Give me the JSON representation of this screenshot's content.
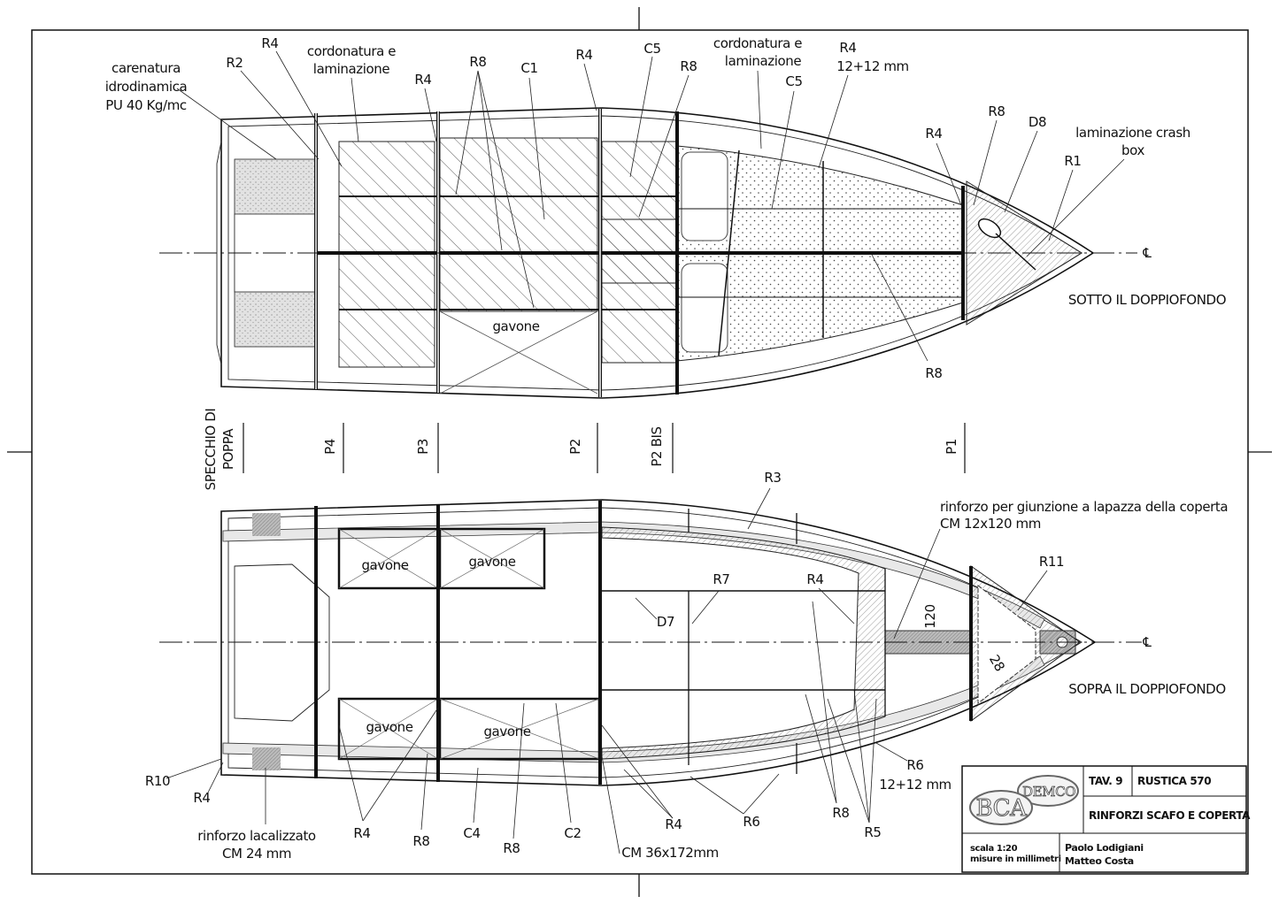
{
  "top_view": {
    "caption": "SOTTO IL DOPPIOFONDO",
    "centerline_symbol": "℄",
    "labels": {
      "carenatura_1": "carenatura",
      "carenatura_2": "idrodinamica",
      "carenatura_3": "PU 40 Kg/mc",
      "r2": "R2",
      "r4_a": "R4",
      "cord1_1": "cordonatura e",
      "cord1_2": "laminazione",
      "r4_b": "R4",
      "r8_a": "R8",
      "c1": "C1",
      "r4_c": "R4",
      "c5_a": "C5",
      "r8_b": "R8",
      "cord2_1": "cordonatura e",
      "cord2_2": "laminazione",
      "c5_b": "C5",
      "r4_d": "R4",
      "r4_d_size": "12+12 mm",
      "r4_e": "R4",
      "r8_c": "R8",
      "d8": "D8",
      "crash_1": "laminazione crash",
      "crash_2": "box",
      "r1": "R1",
      "r8_d": "R8",
      "gavone": "gavone"
    }
  },
  "sections": [
    "SPECCHIO DI",
    "POPPA",
    "P4",
    "P3",
    "P2",
    "P2 BIS",
    "P1"
  ],
  "bottom_view": {
    "caption": "SOPRA IL DOPPIOFONDO",
    "centerline_symbol": "℄",
    "labels": {
      "r3": "R3",
      "rinforzo_1": "rinforzo per giunzione a lapazza della coperta",
      "rinforzo_2": "CM 12x120 mm",
      "r11": "R11",
      "r7": "R7",
      "r4_a": "R4",
      "d7": "D7",
      "dim_120": "120",
      "dim_28": "28",
      "gavone_1": "gavone",
      "gavone_2": "gavone",
      "gavone_3": "gavone",
      "gavone_4": "gavone",
      "r10": "R10",
      "r4_b": "R4",
      "rloc_1": "rinforzo lacalizzato",
      "rloc_2": "CM 24 mm",
      "r4_c": "R4",
      "r8_a": "R8",
      "c4": "C4",
      "r8_b": "R8",
      "c2": "C2",
      "cm36": "CM 36x172mm",
      "r4_d": "R4",
      "r6_a": "R6",
      "r8_c": "R8",
      "r5": "R5",
      "r6_b": "R6",
      "r6_b_size": "12+12 mm"
    }
  },
  "title_block": {
    "logo_top": "DEMCO",
    "logo_bottom": "BCA",
    "sheet": "TAV. 9",
    "project": "RUSTICA 570",
    "title": "RINFORZI SCAFO E COPERTA",
    "scale": "scala 1:20",
    "units": "misure in millimetri",
    "author_1": "Paolo Lodigiani",
    "author_2": "Matteo Costa"
  }
}
